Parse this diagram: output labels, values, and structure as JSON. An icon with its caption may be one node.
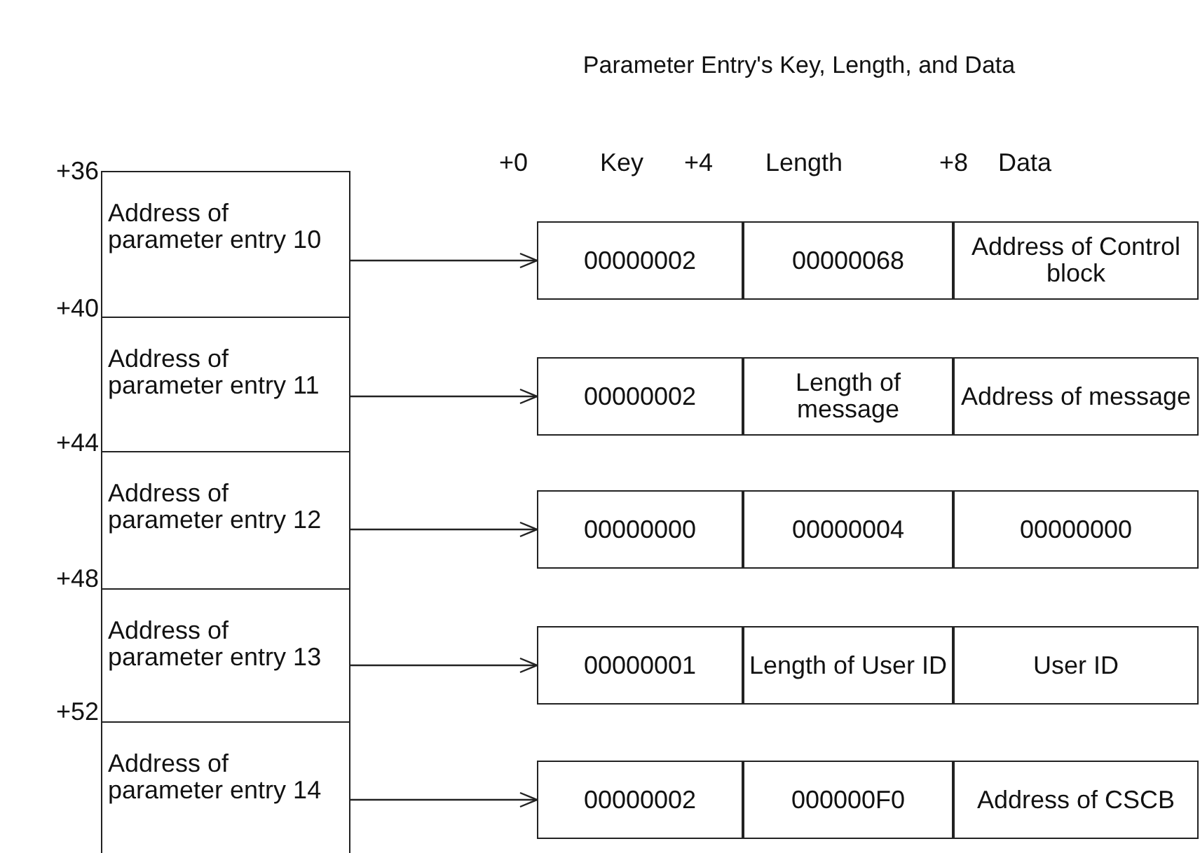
{
  "diagram": {
    "title": "Parameter Entry's Key, Length, and Data",
    "nodes": [
      {
        "text": [
          "Address of parameter entry 10"
        ]
      },
      {
        "text": [
          "00000002"
        ]
      },
      {
        "text": [
          "00000068"
        ]
      },
      {
        "text": [
          "Address of Control block"
        ]
      },
      {
        "text": [
          "Address of parameter entry 11"
        ]
      },
      {
        "text": [
          "00000002"
        ]
      },
      {
        "text": [
          "Length of message"
        ]
      },
      {
        "text": [
          "Address of message"
        ]
      },
      {
        "text": [
          "Address of parameter entry 12"
        ]
      },
      {
        "text": [
          "00000000"
        ]
      },
      {
        "text": [
          "00000004"
        ]
      },
      {
        "text": [
          "00000000"
        ]
      },
      {
        "text": [
          "Address of parameter entry 13"
        ]
      },
      {
        "text": [
          "00000001"
        ]
      },
      {
        "text": [
          "Length of User ID"
        ]
      },
      {
        "text": [
          "User ID"
        ]
      },
      {
        "text": [
          "Address of parameter entry 14"
        ]
      },
      {
        "text": [
          "00000002"
        ]
      },
      {
        "text": [
          "000000F0"
        ]
      },
      {
        "text": [
          "Address of CSCB"
        ]
      }
    ],
    "edges": [
      {
        "from": 0,
        "to": 1,
        "arrow": "to"
      },
      {
        "from": 4,
        "to": 5,
        "arrow": "to"
      },
      {
        "from": 8,
        "to": 9,
        "arrow": "to"
      },
      {
        "from": 12,
        "to": 13,
        "arrow": "to"
      },
      {
        "from": 16,
        "to": 17,
        "arrow": "to"
      }
    ],
    "labels": [
      "+36",
      "+0",
      "Key",
      "+4",
      "Length",
      "+8",
      "Data",
      "+40",
      "+44",
      "+48",
      "+52"
    ]
  }
}
